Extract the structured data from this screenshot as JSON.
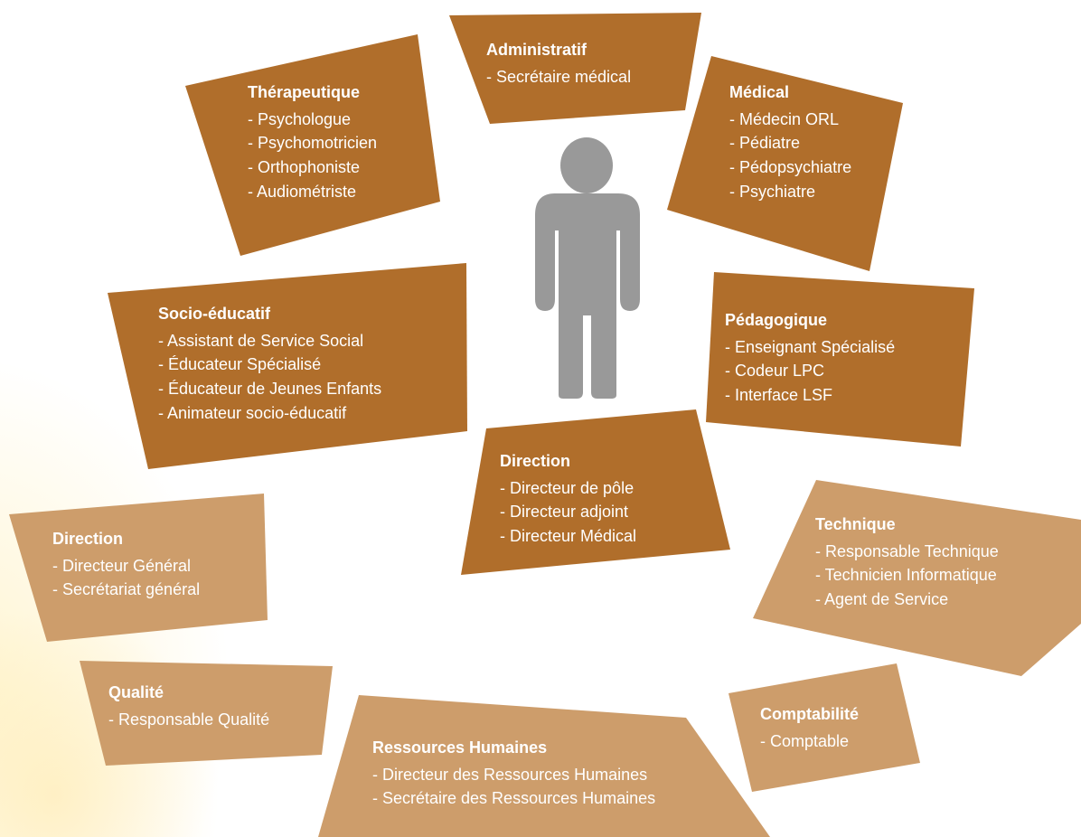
{
  "colors": {
    "dark_box": "#B06E2B",
    "light_box": "#CD9D6B",
    "person": "#999999",
    "text": "#FFFFFF"
  },
  "person_icon": "person-icon",
  "groups": {
    "administratif": {
      "title": "Administratif",
      "items": [
        "Secrétaire médical"
      ]
    },
    "therapeutique": {
      "title": "Thérapeutique",
      "items": [
        "Psychologue",
        "Psychomotricien",
        "Orthophoniste",
        "Audiométriste"
      ]
    },
    "medical": {
      "title": "Médical",
      "items": [
        "Médecin ORL",
        "Pédiatre",
        "Pédopsychiatre",
        "Psychiatre"
      ]
    },
    "socio_educatif": {
      "title": "Socio-éducatif",
      "items": [
        "Assistant de Service Social",
        "Éducateur Spécialisé",
        "Éducateur de Jeunes Enfants",
        "Animateur socio-éducatif"
      ]
    },
    "pedagogique": {
      "title": "Pédagogique",
      "items": [
        "Enseignant Spécialisé",
        "Codeur LPC",
        "Interface LSF"
      ]
    },
    "direction_pole": {
      "title": "Direction",
      "items": [
        "Directeur de pôle",
        "Directeur adjoint",
        "Directeur Médical"
      ]
    },
    "direction_generale": {
      "title": "Direction",
      "items": [
        "Directeur Général",
        "Secrétariat général"
      ]
    },
    "technique": {
      "title": "Technique",
      "items": [
        "Responsable Technique",
        "Technicien Informatique",
        "Agent de Service"
      ]
    },
    "qualite": {
      "title": "Qualité",
      "items": [
        "Responsable Qualité"
      ]
    },
    "ressources_humaines": {
      "title": "Ressources Humaines",
      "items": [
        "Directeur des Ressources Humaines",
        "Secrétaire des Ressources Humaines"
      ]
    },
    "comptabilite": {
      "title": "Comptabilité",
      "items": [
        "Comptable"
      ]
    }
  }
}
